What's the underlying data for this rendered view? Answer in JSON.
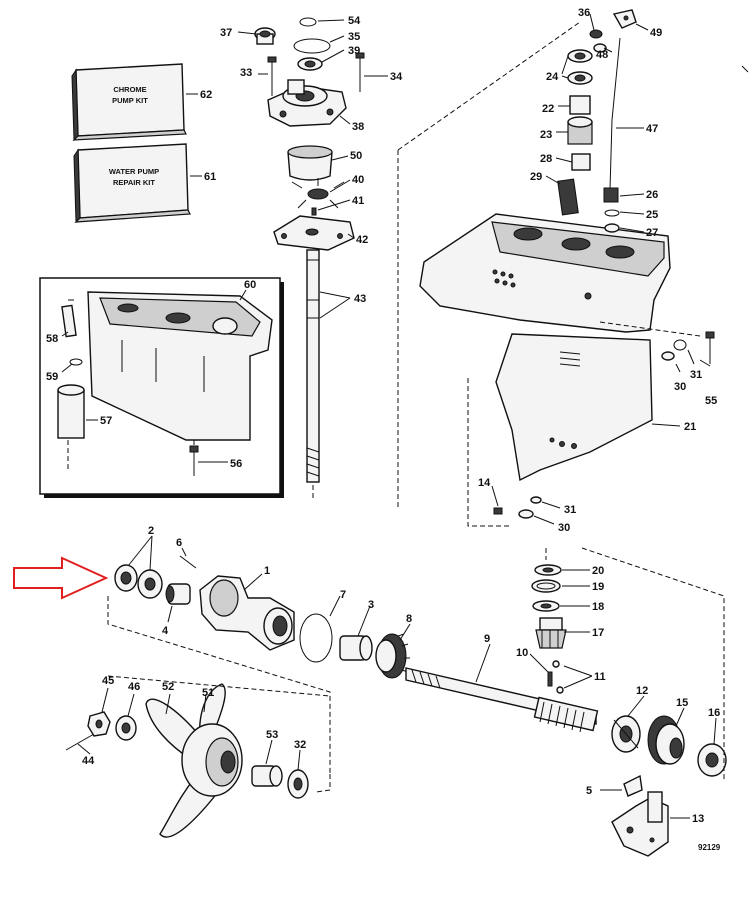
{
  "kits": {
    "chrome": {
      "line1": "CHROME",
      "line2": "PUMP KIT",
      "number": "62"
    },
    "water": {
      "line1": "WATER PUMP",
      "line2": "REPAIR KIT",
      "number": "61"
    }
  },
  "ref_number": "92129",
  "arrow_color": "#e02020",
  "part_labels": {
    "p1": "1",
    "p2": "2",
    "p3": "3",
    "p4": "4",
    "p5": "5",
    "p6": "6",
    "p7": "7",
    "p8": "8",
    "p9": "9",
    "p10": "10",
    "p11": "11",
    "p12": "12",
    "p13": "13",
    "p14": "14",
    "p15": "15",
    "p16": "16",
    "p17": "17",
    "p18": "18",
    "p19": "19",
    "p20": "20",
    "p21": "21",
    "p22": "22",
    "p23": "23",
    "p24": "24",
    "p25": "25",
    "p26": "26",
    "p27": "27",
    "p28": "28",
    "p29": "29",
    "p30a": "30",
    "p30b": "30",
    "p31a": "31",
    "p31b": "31",
    "p32": "32",
    "p33": "33",
    "p34": "34",
    "p35": "35",
    "p36": "36",
    "p37": "37",
    "p38": "38",
    "p39": "39",
    "p40": "40",
    "p41": "41",
    "p42": "42",
    "p43": "43",
    "p44": "44",
    "p45": "45",
    "p46": "46",
    "p47": "47",
    "p48": "48",
    "p49": "49",
    "p50": "50",
    "p51": "51",
    "p52": "52",
    "p53": "53",
    "p54": "54",
    "p55": "55",
    "p56": "56",
    "p57": "57",
    "p58": "58",
    "p59": "59",
    "p60": "60"
  }
}
